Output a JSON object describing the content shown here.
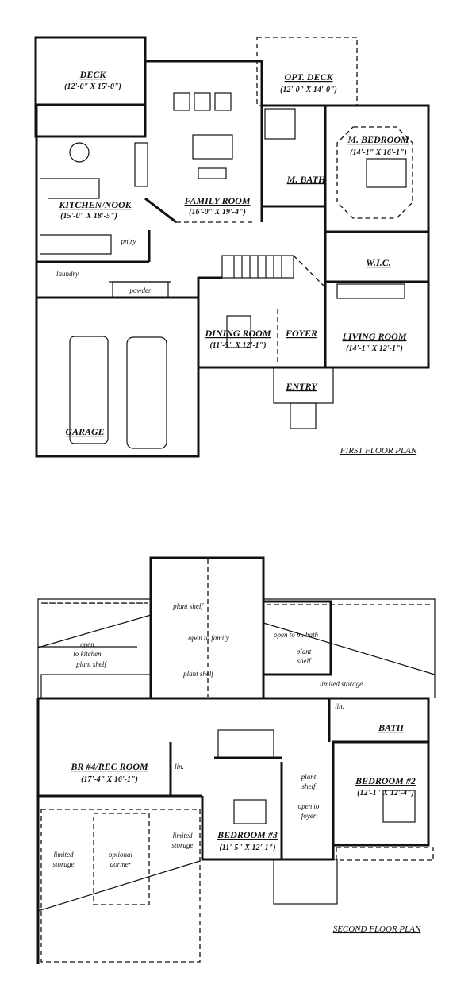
{
  "first_floor": {
    "title": "FIRST FLOOR PLAN",
    "rooms": {
      "deck": {
        "name": "DECK",
        "dims": "(12'-0\" X 15'-0\")"
      },
      "opt_deck": {
        "name": "OPT. DECK",
        "dims": "(12'-0\" X 14'-0\")"
      },
      "family": {
        "name": "FAMILY ROOM",
        "dims": "(16'-0\" X 19'-4\")"
      },
      "kitchen": {
        "name": "KITCHEN/NOOK",
        "dims": "(15'-0\" X 18'-5\")"
      },
      "m_bedroom": {
        "name": "M. BEDROOM",
        "dims": "(14'-1\" X 16'-1\")"
      },
      "m_bath": {
        "name": "M. BATH"
      },
      "wic": {
        "name": "W.I.C."
      },
      "pantry": {
        "name": "pntry"
      },
      "laundry": {
        "name": "laundry"
      },
      "powder": {
        "name": "powder"
      },
      "dining": {
        "name": "DINING ROOM",
        "dims": "(11'-5\" X 12'-1\")"
      },
      "foyer": {
        "name": "FOYER"
      },
      "living": {
        "name": "LIVING ROOM",
        "dims": "(14'-1\" X 12'-1\")"
      },
      "entry": {
        "name": "ENTRY"
      },
      "garage": {
        "name": "GARAGE"
      }
    }
  },
  "second_floor": {
    "title": "SECOND FLOOR PLAN",
    "rooms": {
      "br4": {
        "name": "BR #4/REC ROOM",
        "dims": "(17'-4\" X 16'-1\")"
      },
      "bedroom3": {
        "name": "BEDROOM #3",
        "dims": "(11'-5\" X 12'-1\")"
      },
      "bedroom2": {
        "name": "BEDROOM #2",
        "dims": "(12'-1\" X 12'-4\")"
      },
      "bath": {
        "name": "BATH"
      },
      "lin1": {
        "name": "lin."
      },
      "lin2": {
        "name": "lin."
      }
    },
    "notes": {
      "plant_shelf_1": "plant shelf",
      "plant_shelf_2": "plant shelf",
      "plant_shelf_3": "plant shelf",
      "plant_shelf_4_a": "plant",
      "plant_shelf_4_b": "shelf",
      "plant_shelf_5_a": "plant",
      "plant_shelf_5_b": "shelf",
      "open_kitchen_a": "open",
      "open_kitchen_b": "to kitchen",
      "open_family": "open to family",
      "open_mbath": "open to m. bath",
      "limited_storage_1": "limited storage",
      "limited_storage_2_a": "limited",
      "limited_storage_2_b": "storage",
      "limited_storage_3_a": "limited",
      "limited_storage_3_b": "storage",
      "optional_dormer_a": "optional",
      "optional_dormer_b": "dormer",
      "open_foyer_a": "open to",
      "open_foyer_b": "foyer"
    }
  }
}
